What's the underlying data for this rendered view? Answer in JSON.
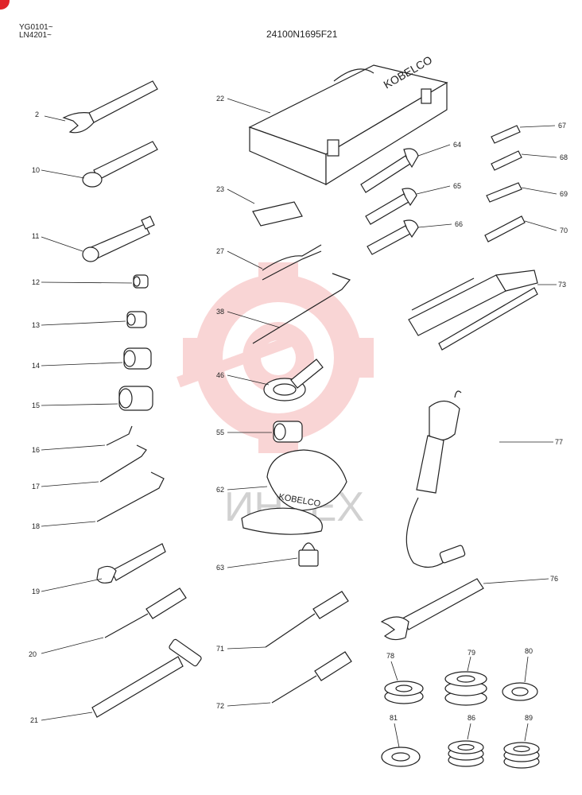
{
  "header": {
    "serials": [
      "YG0101~",
      "LN4201~"
    ],
    "part_number": "24100N1695F21"
  },
  "callouts": {
    "c2": "2",
    "c10": "10",
    "c11": "11",
    "c12": "12",
    "c13": "13",
    "c14": "14",
    "c15": "15",
    "c16": "16",
    "c17": "17",
    "c18": "18",
    "c19": "19",
    "c20": "20",
    "c21": "21",
    "c22": "22",
    "c23": "23",
    "c27": "27",
    "c38": "38",
    "c46": "46",
    "c55": "55",
    "c62": "62",
    "c63": "63",
    "c64": "64",
    "c65": "65",
    "c66": "66",
    "c67": "67",
    "c68": "68",
    "c69": "69",
    "c70": "70",
    "c71": "71",
    "c72": "72",
    "c73": "73",
    "c76": "76",
    "c77": "77",
    "c78": "78",
    "c79": "79",
    "c80": "80",
    "c81": "81",
    "c86": "86",
    "c89": "89"
  },
  "toolbox_brand": "KOBELCO",
  "cap_brand": "KOBELCO",
  "watermark": {
    "text": "ИНТЕХ",
    "color": "#f2a0a0"
  }
}
